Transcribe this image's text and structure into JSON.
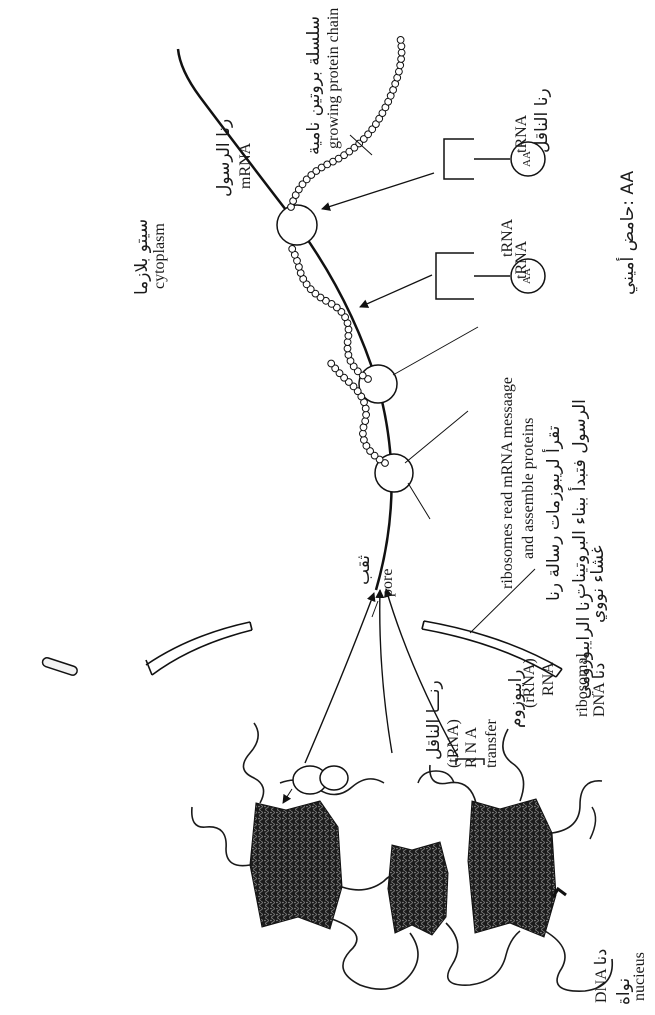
{
  "labels": {
    "nucleus_ar": "نواة",
    "nucleus_en": "nucieus",
    "dna_lower": "DNA دنا",
    "dna_upper": "DNA دنا",
    "ribosomal": "ribosomal",
    "ribosomal_rna_ar": "رنا الرايبوزومي",
    "rrna_rna": "RNA",
    "rrna_abbr": "(rRNA)",
    "ribosome_ar": "رايبوزوم",
    "transfer": "transfer",
    "rna_spaced": "R N A",
    "trna_abbr": "(tRNA)",
    "trna_ar": "رنـــا الناقل",
    "nuclear_envelope_ar": "غشاء نووي",
    "pore_ar": "ثقب",
    "pore_en": "pore",
    "cytoplasm_ar": "سيتو بلازما",
    "cytoplasm_en": "cytoplasm",
    "ribosomes_read_1": "ribosomes read mRNA messaage",
    "ribosomes_read_2": "and assemble  proteins",
    "ribosomes_read_ar_1": "تقرأ لريبوزمات رسالة رنا",
    "ribosomes_read_ar_2": "الرسول فتبدأ ببناء البروتينات",
    "mrna_ar": "رنا الرسول",
    "mrna_en": "mRNA",
    "growing_chain_ar": "سلسلة بروتين نامية",
    "growing_chain_en": "growing protein chain",
    "trna_1": "tRNA",
    "trna_1_inner": "tRNA",
    "trna_2": "tRNA",
    "trna_2_ar": "رنا الناقل",
    "aa_symbol": "AA",
    "aa_key": "حامض أميني: AA"
  }
}
